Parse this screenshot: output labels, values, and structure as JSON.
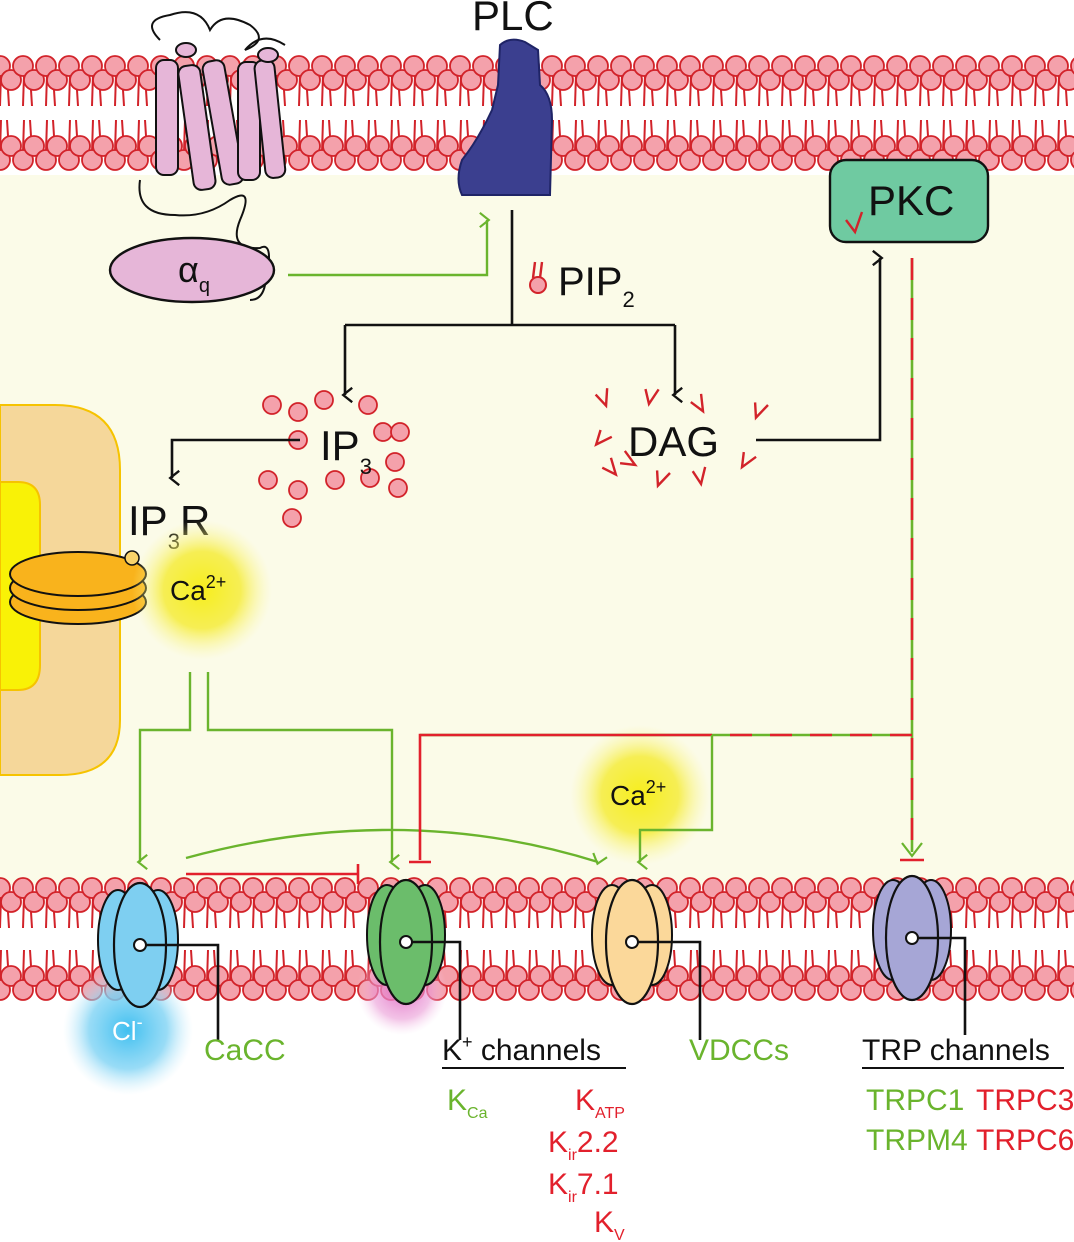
{
  "labels": {
    "plc": "PLC",
    "pkc": "PKC",
    "alpha": "α",
    "alpha_sub": "q",
    "pip": "PIP",
    "pip_sub": "2",
    "ip": "IP",
    "ip_sub": "3",
    "dag": "DAG",
    "ip3r_main": "IP",
    "ip3r_sub": "3",
    "ip3r_tail": "R",
    "ca_main": "Ca",
    "ca_sup": "2+",
    "cl_main": "Cl",
    "cl_sup": "-",
    "cacc": "CaCC",
    "k_channels_main": "K",
    "k_channels_sup": "+",
    "k_channels_tail": " channels",
    "vdccs": "VDCCs",
    "trp_channels": "TRP channels"
  },
  "k_channel_list": [
    {
      "main": "K",
      "sub": "Ca",
      "tail": "",
      "color": "green"
    },
    {
      "main": "K",
      "sub": "ATP",
      "tail": "",
      "color": "red"
    },
    {
      "main": "K",
      "sub": "ir",
      "tail": "2.2",
      "color": "red"
    },
    {
      "main": "K",
      "sub": "ir",
      "tail": "7.1",
      "color": "red"
    },
    {
      "main": "K",
      "sub": "V",
      "tail": "",
      "color": "red"
    }
  ],
  "trp_channel_list": [
    {
      "name": "TRPC1",
      "color": "green"
    },
    {
      "name": "TRPM4",
      "color": "green"
    },
    {
      "name": "TRPC3",
      "color": "red"
    },
    {
      "name": "TRPC6",
      "color": "red"
    }
  ],
  "colors": {
    "activation": "#6ab42d",
    "inhibition": "#e2202c",
    "lipid_head": "#f4a1ab",
    "lipid_edge": "#d2232a",
    "cytoplasm": "#fbfbe8",
    "plc": "#3b3f8f",
    "pkc": "#6fcaa1",
    "gpcr": "#e6b6d8",
    "ca_glow": "#f2e926",
    "cl_glow": "#4cc5f0",
    "cacc_channel": "#7ecff1",
    "k_channel": "#6bbd6b",
    "vdcc_channel": "#fbd89a",
    "trp_channel": "#a6a6d6",
    "er": "#f5d79a",
    "ip3r": "#f9b31c"
  }
}
